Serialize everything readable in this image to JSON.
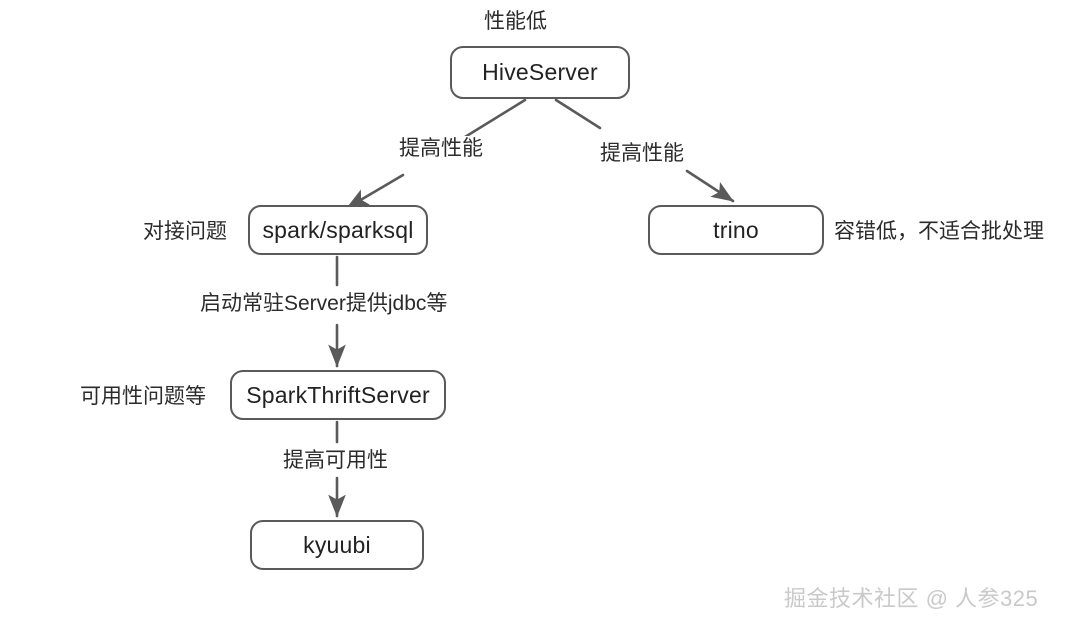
{
  "diagram": {
    "title_note": "性能低",
    "nodes": [
      {
        "id": "hiveserver",
        "label": "HiveServer"
      },
      {
        "id": "spark",
        "label": "spark/sparksql"
      },
      {
        "id": "trino",
        "label": "trino"
      },
      {
        "id": "sparkthriftserver",
        "label": "SparkThriftServer"
      },
      {
        "id": "kyuubi",
        "label": "kyuubi"
      }
    ],
    "edge_labels": [
      {
        "id": "hive-to-spark",
        "label": "提高性能"
      },
      {
        "id": "hive-to-trino",
        "label": "提高性能"
      },
      {
        "id": "spark-to-sts",
        "label": "启动常驻Server提供jdbc等"
      },
      {
        "id": "sts-to-kyuubi",
        "label": "提高可用性"
      }
    ],
    "side_labels": [
      {
        "id": "hiveserver-note",
        "label": "性能低"
      },
      {
        "id": "spark-note",
        "label": "对接问题"
      },
      {
        "id": "trino-note",
        "label": "容错低，不适合批处理"
      },
      {
        "id": "sparkthriftserver-note",
        "label": "可用性问题等"
      }
    ],
    "colors": {
      "node_border": "#5a5a5a",
      "node_fill": "#ffffff",
      "text": "#222222",
      "edge_stroke": "#5a5a5a",
      "watermark": "#c9c9c9",
      "background": "#ffffff"
    }
  },
  "watermark": {
    "text": "掘金技术社区 @ 人参325"
  }
}
